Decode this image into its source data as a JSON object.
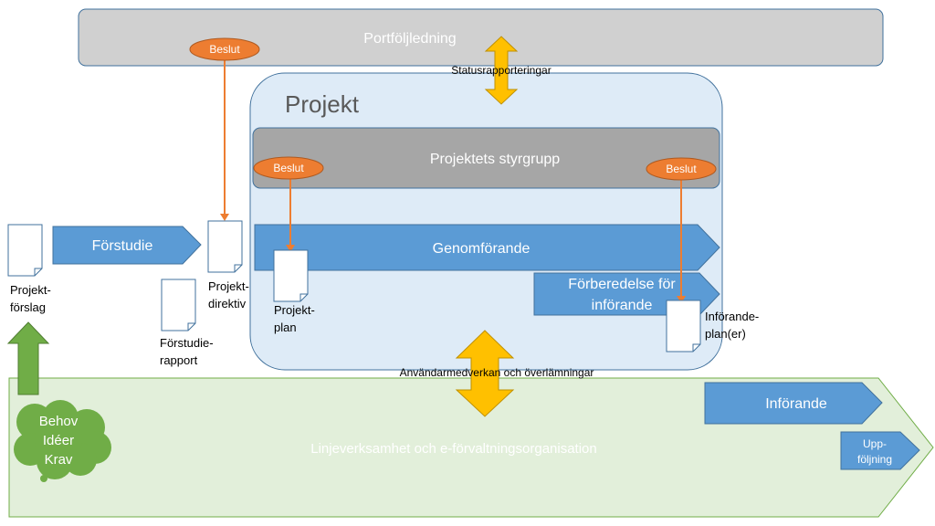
{
  "portfolio": {
    "label": "Portföljledning"
  },
  "status_reporting": {
    "label": "Statusrapporteringar"
  },
  "project": {
    "title": "Projekt"
  },
  "steering_group": {
    "label": "Projektets styrgrupp"
  },
  "decision_label": "Beslut",
  "prestudy": {
    "label": "Förstudie"
  },
  "execution": {
    "label": "Genomförande"
  },
  "preparation": {
    "line1": "Förberedelse för",
    "line2": "införande"
  },
  "implementation": {
    "label": "Införande"
  },
  "followup": {
    "line1": "Upp-",
    "line2": "följning"
  },
  "line_org": {
    "label": "Linjeverksamhet och e-förvaltningsorganisation"
  },
  "user_involvement": {
    "label": "Användarmedverkan och överlämningar"
  },
  "needs_cloud": {
    "line1": "Behov",
    "line2": "Idéer",
    "line3": "Krav"
  },
  "documents": {
    "project_proposal": {
      "line1": "Projekt-",
      "line2": "förslag"
    },
    "project_directive": {
      "line1": "Projekt-",
      "line2": "direktiv"
    },
    "prestudy_report": {
      "line1": "Förstudie-",
      "line2": "rapport"
    },
    "project_plan": {
      "line1": "Projekt-",
      "line2": "plan"
    },
    "implementation_plans": {
      "line1": "Införande-",
      "line2": "plan(er)"
    }
  },
  "colors": {
    "portfolio_fill": "#d0d0d0",
    "project_fill": "#deebf7",
    "steering_fill": "#a6a6a6",
    "arrow_blue": "#5b9bd5",
    "decision_orange": "#ed7d31",
    "double_arrow_gold": "#ffc000",
    "line_green": "#e2efda",
    "green_arrow": "#70ad47"
  }
}
